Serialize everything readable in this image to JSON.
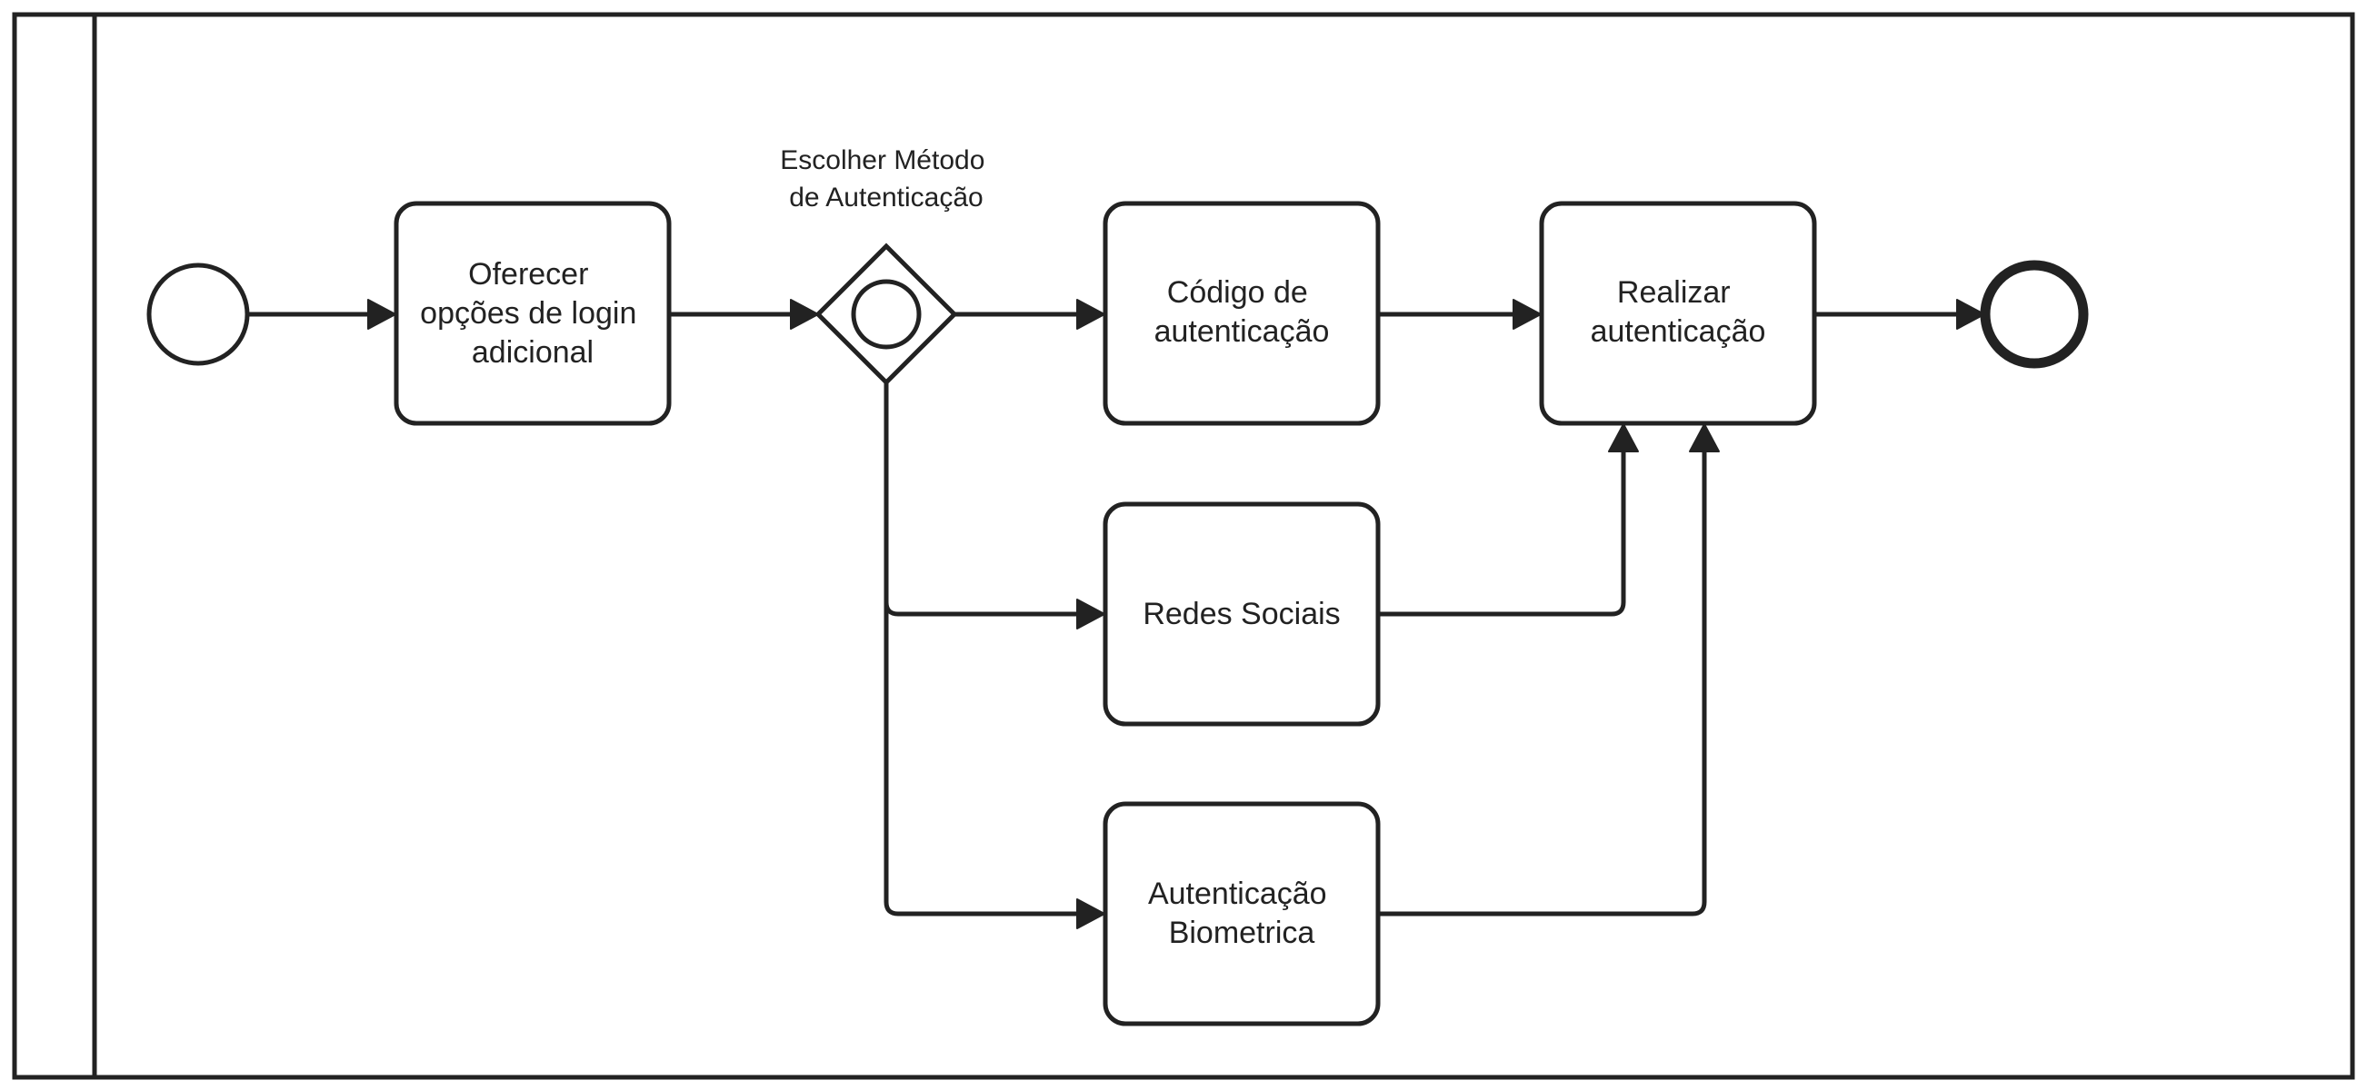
{
  "diagram": {
    "type": "bpmn-process",
    "pool": {
      "label": ""
    },
    "colors": {
      "stroke": "#222222",
      "fill": "#ffffff",
      "text": "#222222"
    },
    "start_event": {
      "icon": "start-event-circle"
    },
    "end_event": {
      "icon": "end-event-thick-circle"
    },
    "gateway": {
      "icon": "event-based-gateway",
      "label_lines": [
        "Escolher Método",
        "de Autenticação"
      ]
    },
    "tasks": {
      "offer": {
        "lines": [
          "Oferecer",
          "opções de login",
          "adicional"
        ]
      },
      "code": {
        "lines": [
          "Código de",
          "autenticação"
        ]
      },
      "social": {
        "lines": [
          "Redes Sociais"
        ]
      },
      "biometric": {
        "lines": [
          "Autenticação",
          "Biometrica"
        ]
      },
      "perform": {
        "lines": [
          "Realizar",
          "autenticação"
        ]
      }
    },
    "flows": [
      {
        "from": "start_event",
        "to": "offer"
      },
      {
        "from": "offer",
        "to": "gateway"
      },
      {
        "from": "gateway",
        "to": "code"
      },
      {
        "from": "gateway",
        "to": "social"
      },
      {
        "from": "gateway",
        "to": "biometric"
      },
      {
        "from": "code",
        "to": "perform"
      },
      {
        "from": "social",
        "to": "perform"
      },
      {
        "from": "biometric",
        "to": "perform"
      },
      {
        "from": "perform",
        "to": "end_event"
      }
    ]
  }
}
